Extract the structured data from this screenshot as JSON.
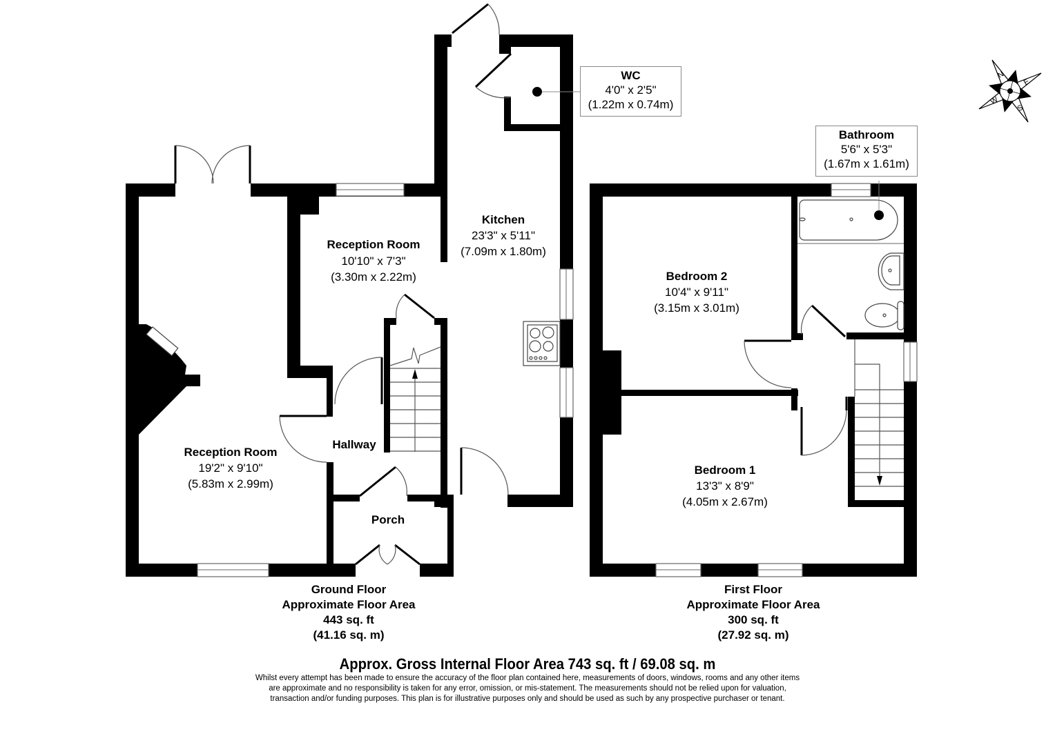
{
  "plan": {
    "ground_floor": {
      "rooms": [
        {
          "name": "Reception Room",
          "imperial": "19'2\" x 9'10\"",
          "metric": "(5.83m x 2.99m)"
        },
        {
          "name": "Reception Room",
          "imperial": "10'10\" x 7'3\"",
          "metric": "(3.30m x 2.22m)"
        },
        {
          "name": "Kitchen",
          "imperial": "23'3\" x 5'11\"",
          "metric": "(7.09m x 1.80m)"
        },
        {
          "name": "Hallway"
        },
        {
          "name": "Porch"
        }
      ],
      "callout": {
        "name": "WC",
        "imperial": "4'0\" x 2'5\"",
        "metric": "(1.22m x 0.74m)"
      },
      "area": {
        "title": "Ground Floor",
        "subtitle": "Approximate Floor Area",
        "sqft": "443 sq. ft",
        "sqm": "(41.16 sq. m)"
      }
    },
    "first_floor": {
      "rooms": [
        {
          "name": "Bedroom 2",
          "imperial": "10'4\" x 9'11\"",
          "metric": "(3.15m x 3.01m)"
        },
        {
          "name": "Bedroom 1",
          "imperial": "13'3\" x 8'9\"",
          "metric": "(4.05m x 2.67m)"
        }
      ],
      "callout": {
        "name": "Bathroom",
        "imperial": "5'6\" x 5'3\"",
        "metric": "(1.67m x 1.61m)"
      },
      "area": {
        "title": "First Floor",
        "subtitle": "Approximate Floor Area",
        "sqft": "300 sq. ft",
        "sqm": "(27.92 sq. m)"
      }
    },
    "compass": {
      "labels": [
        "N",
        "E",
        "S",
        "W"
      ]
    },
    "gross_area": "Approx. Gross Internal Floor Area 743 sq. ft / 69.08 sq. m",
    "disclaimer": "Whilst every attempt has been made to ensure the accuracy of the floor plan contained here, measurements of doors, windows, rooms and any other items are approximate and no responsibility is taken for any error, omission, or mis-statement. The measurements should not be relied upon for valuation, transaction and/or funding purposes. This plan is for illustrative purposes only and should be used as such by any prospective purchaser or tenant."
  }
}
